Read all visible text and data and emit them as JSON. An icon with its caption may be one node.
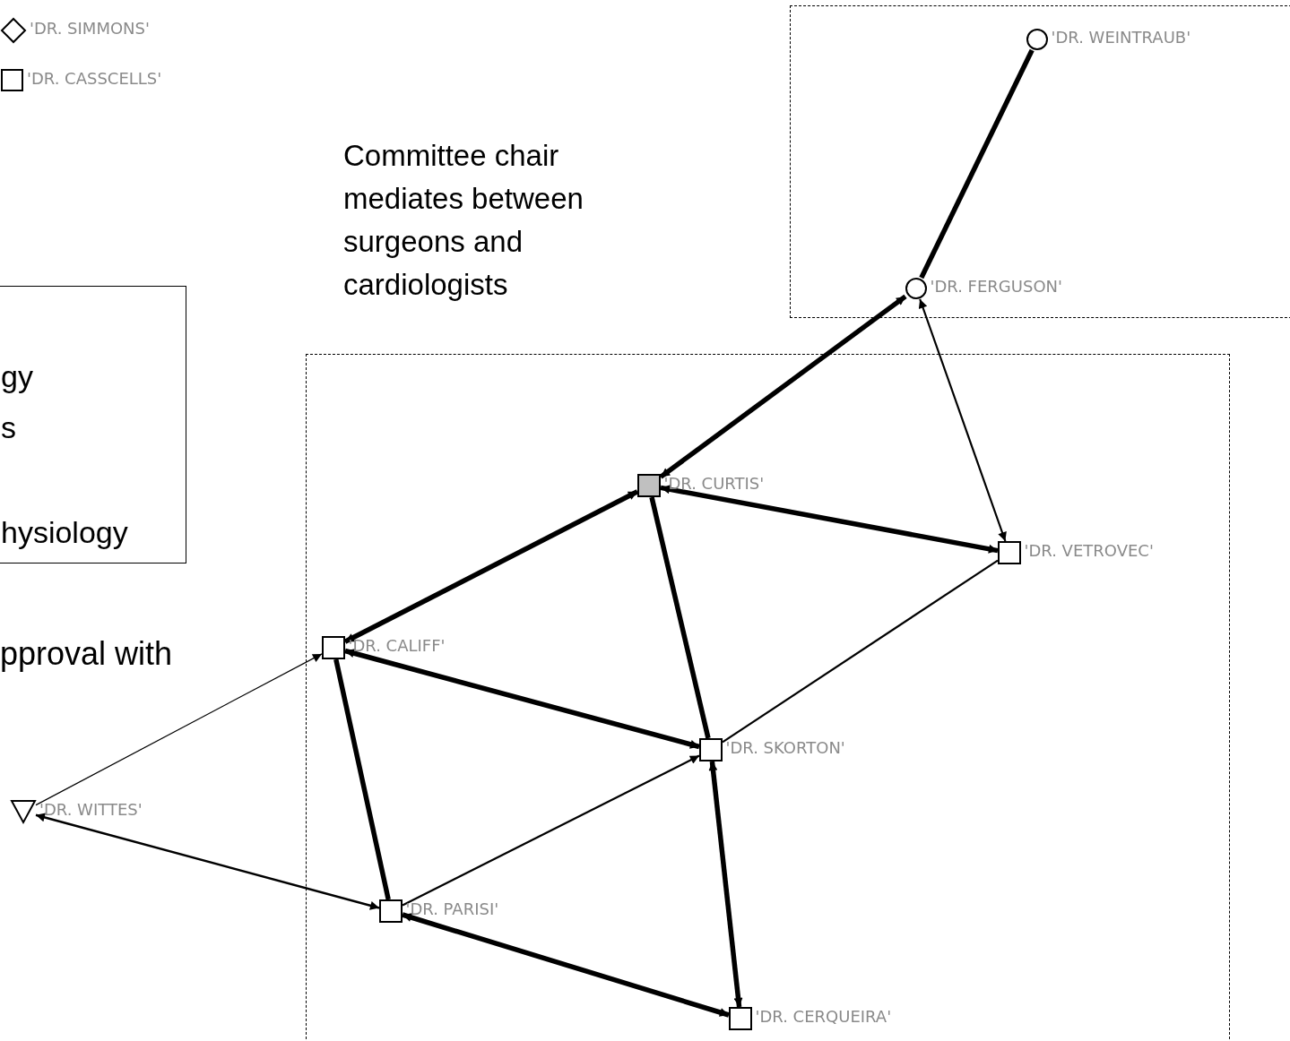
{
  "diagram": {
    "nodes": [
      {
        "text": [],
        "shape": "diamond",
        "beside": [
          "'DR. SIMMONS'"
        ]
      },
      {
        "text": [],
        "shape": "box",
        "beside": [
          "'DR. CASSCELLS'"
        ]
      },
      {
        "text": [],
        "shape": "box"
      },
      {
        "text": [],
        "shape": "circle",
        "beside": [
          "'DR. WEINTRAUB'"
        ],
        "in": 2
      },
      {
        "text": [],
        "shape": "circle",
        "beside": [
          "'DR. FERGUSON'"
        ],
        "in": 2
      },
      {
        "text": [
          "gy",
          "s",
          "hysiology"
        ]
      },
      {
        "text": [],
        "shape": "box"
      },
      {
        "text": [],
        "shape": "box",
        "beside": [
          "'DR. CURTIS'"
        ],
        "in": 6
      },
      {
        "text": [],
        "shape": "box",
        "beside": [
          "'DR. VETROVEC'"
        ],
        "in": 6
      },
      {
        "text": [],
        "shape": "box",
        "beside": [
          "'DR. CALIFF'"
        ],
        "in": 6
      },
      {
        "text": [],
        "shape": "box",
        "beside": [
          "'DR. SKORTON'"
        ],
        "in": 6
      },
      {
        "text": [],
        "shape": "triangle",
        "beside": [
          "'DR. WITTES'"
        ]
      },
      {
        "text": [],
        "shape": "box",
        "beside": [
          "'DR. PARISI'"
        ],
        "in": 6
      },
      {
        "text": [],
        "shape": "box",
        "beside": [
          "'DR. CERQUEIRA'"
        ],
        "in": 6
      }
    ],
    "edges": [
      {
        "from": 3,
        "to": 4,
        "arrow": "none"
      },
      {
        "from": 4,
        "to": 7,
        "arrow": "both"
      },
      {
        "from": 4,
        "to": 8,
        "arrow": "both"
      },
      {
        "from": 7,
        "to": 8,
        "arrow": "both"
      },
      {
        "from": 9,
        "to": 7,
        "arrow": "both"
      },
      {
        "from": 7,
        "to": 10,
        "arrow": "none"
      },
      {
        "from": 8,
        "to": 10,
        "arrow": "none"
      },
      {
        "from": 9,
        "to": 10,
        "arrow": "both"
      },
      {
        "from": 9,
        "to": 12,
        "arrow": "none"
      },
      {
        "from": 11,
        "to": 9,
        "arrow": "to"
      },
      {
        "from": 11,
        "to": 12,
        "arrow": "both"
      },
      {
        "from": 12,
        "to": 10,
        "arrow": "to"
      },
      {
        "from": 12,
        "to": 13,
        "arrow": "both"
      },
      {
        "from": 10,
        "to": 13,
        "arrow": "both"
      }
    ],
    "labels": [
      "Committee chair mediates between surgeons and cardiologists",
      "pproval with"
    ]
  }
}
